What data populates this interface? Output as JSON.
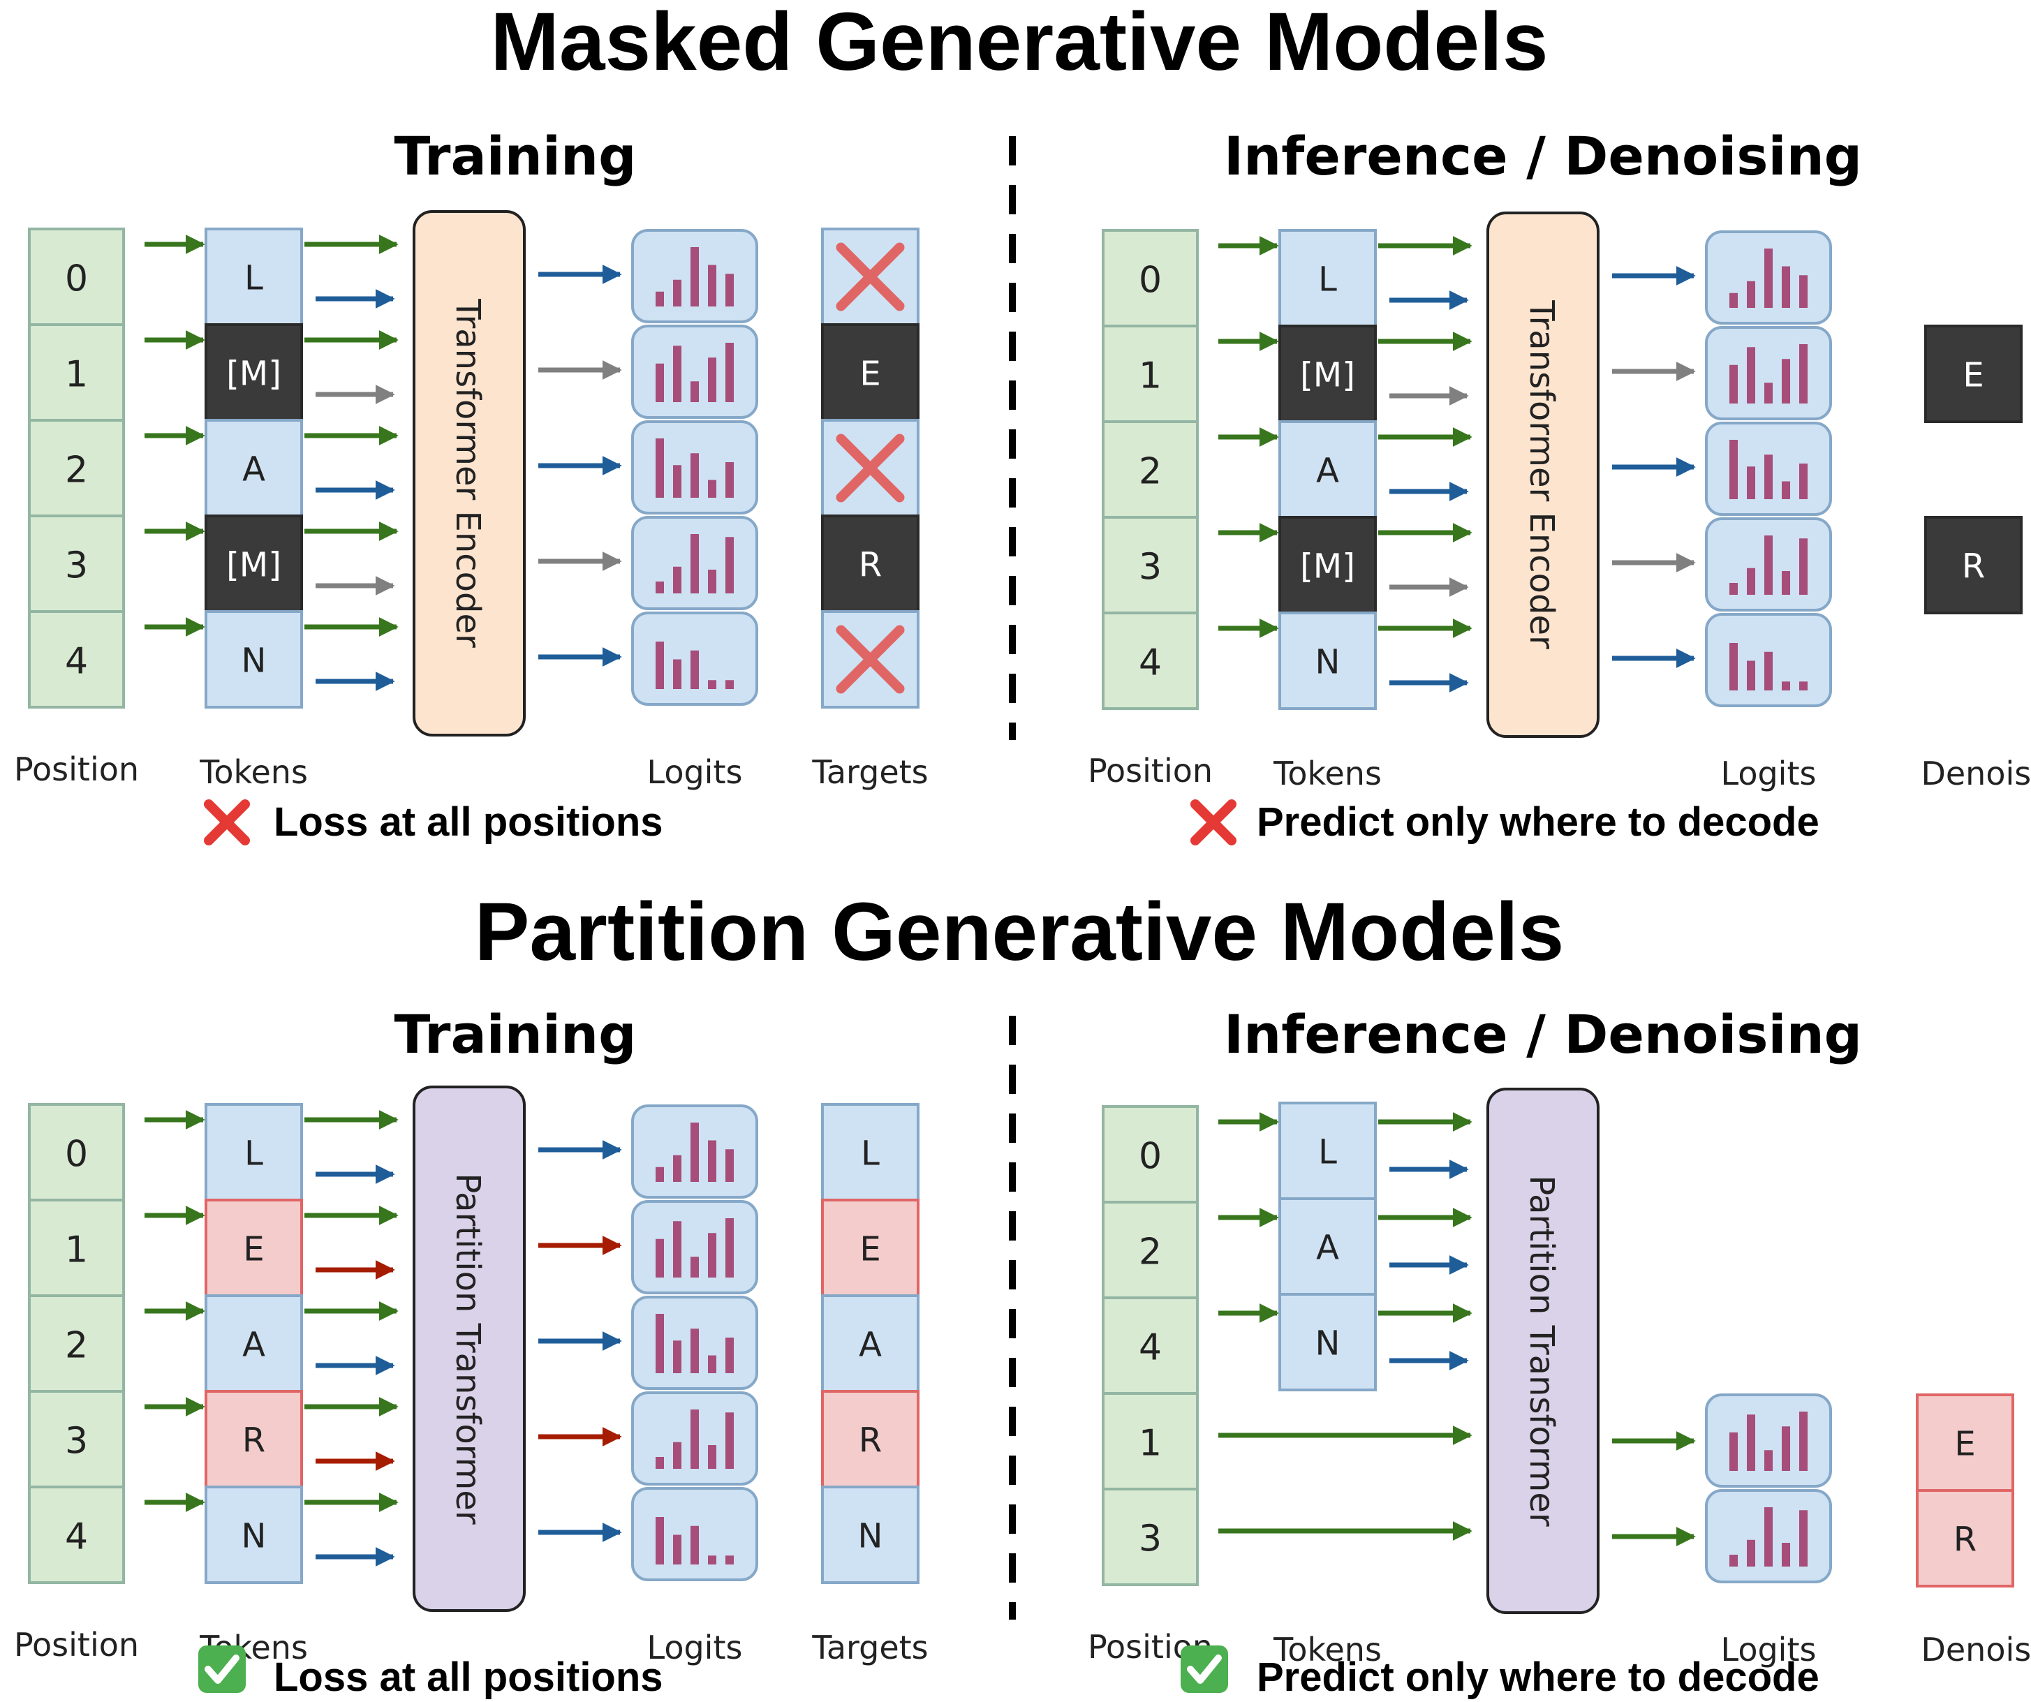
{
  "colors": {
    "position_fill": "#d9ead3",
    "position_stroke": "#93b6a3",
    "token_fill": "#cfe2f3",
    "token_stroke": "#86a8c8",
    "mask_fill": "#3a3a3a",
    "partition_fill": "#f4cccc",
    "partition_stroke": "#e06666",
    "encoder_fill": "#fde4cf",
    "partition_model_fill": "#d9d2e9",
    "logit_bar": "#a64d79",
    "arrow_green": "#38761d",
    "arrow_blue": "#1f5d99",
    "arrow_gray": "#808080",
    "arrow_red": "#a61c00",
    "cross": "#e06666"
  },
  "sections": [
    {
      "title": "Masked Generative Models",
      "training": {
        "title": "Training",
        "positions": [
          "0",
          "1",
          "2",
          "3",
          "4"
        ],
        "tokens": [
          {
            "text": "L",
            "kind": "token"
          },
          {
            "text": "[M]",
            "kind": "mask"
          },
          {
            "text": "A",
            "kind": "token"
          },
          {
            "text": "[M]",
            "kind": "mask"
          },
          {
            "text": "N",
            "kind": "token"
          }
        ],
        "model_label": "Transformer Encoder",
        "targets": [
          {
            "text": "",
            "kind": "cross"
          },
          {
            "text": "E",
            "kind": "mask"
          },
          {
            "text": "",
            "kind": "cross"
          },
          {
            "text": "R",
            "kind": "mask"
          },
          {
            "text": "",
            "kind": "cross"
          }
        ],
        "labels": {
          "position": "Position",
          "tokens": "Tokens",
          "logits": "Logits",
          "targets": "Targets"
        },
        "note": {
          "icon": "cross-mark-icon",
          "text": "Loss at all positions"
        }
      },
      "inference": {
        "title": "Inference / Denoising",
        "positions": [
          "0",
          "1",
          "2",
          "3",
          "4"
        ],
        "tokens": [
          {
            "text": "L",
            "kind": "token"
          },
          {
            "text": "[M]",
            "kind": "mask"
          },
          {
            "text": "A",
            "kind": "token"
          },
          {
            "text": "[M]",
            "kind": "mask"
          },
          {
            "text": "N",
            "kind": "token"
          }
        ],
        "model_label": "Transformer Encoder",
        "denoise": [
          "E",
          "R"
        ],
        "labels": {
          "position": "Position",
          "tokens": "Tokens",
          "logits": "Logits",
          "denoise": "Denoise"
        },
        "note": {
          "icon": "cross-mark-icon",
          "text": "Predict only where to decode"
        }
      }
    },
    {
      "title": "Partition Generative Models",
      "training": {
        "title": "Training",
        "positions": [
          "0",
          "1",
          "2",
          "3",
          "4"
        ],
        "tokens": [
          {
            "text": "L",
            "kind": "token"
          },
          {
            "text": "E",
            "kind": "partition"
          },
          {
            "text": "A",
            "kind": "token"
          },
          {
            "text": "R",
            "kind": "partition"
          },
          {
            "text": "N",
            "kind": "token"
          }
        ],
        "model_label": "Partition Transformer",
        "targets": [
          {
            "text": "L",
            "kind": "token"
          },
          {
            "text": "E",
            "kind": "partition"
          },
          {
            "text": "A",
            "kind": "token"
          },
          {
            "text": "R",
            "kind": "partition"
          },
          {
            "text": "N",
            "kind": "token"
          }
        ],
        "labels": {
          "position": "Position",
          "tokens": "Tokens",
          "logits": "Logits",
          "targets": "Targets"
        },
        "note": {
          "icon": "check-mark-icon",
          "text": "Loss at all positions"
        }
      },
      "inference": {
        "title": "Inference / Denoising",
        "positions": [
          "0",
          "2",
          "4",
          "1",
          "3"
        ],
        "tokens": [
          {
            "text": "L",
            "kind": "token"
          },
          {
            "text": "A",
            "kind": "token"
          },
          {
            "text": "N",
            "kind": "token"
          }
        ],
        "model_label": "Partition Transformer",
        "denoise": [
          "E",
          "R"
        ],
        "labels": {
          "position": "Position",
          "tokens": "Tokens",
          "logits": "Logits",
          "denoise": "Denoise"
        },
        "note": {
          "icon": "check-mark-icon",
          "text": "Predict only where to decode"
        }
      }
    }
  ],
  "logit_patterns": [
    [
      0.25,
      0.45,
      1.0,
      0.7,
      0.55
    ],
    [
      0.65,
      0.95,
      0.35,
      0.75,
      1.0
    ],
    [
      1.0,
      0.55,
      0.75,
      0.3,
      0.6
    ],
    [
      0.2,
      0.45,
      1.0,
      0.4,
      0.95
    ],
    [
      0.8,
      0.5,
      0.65,
      0.15,
      0.15
    ]
  ]
}
